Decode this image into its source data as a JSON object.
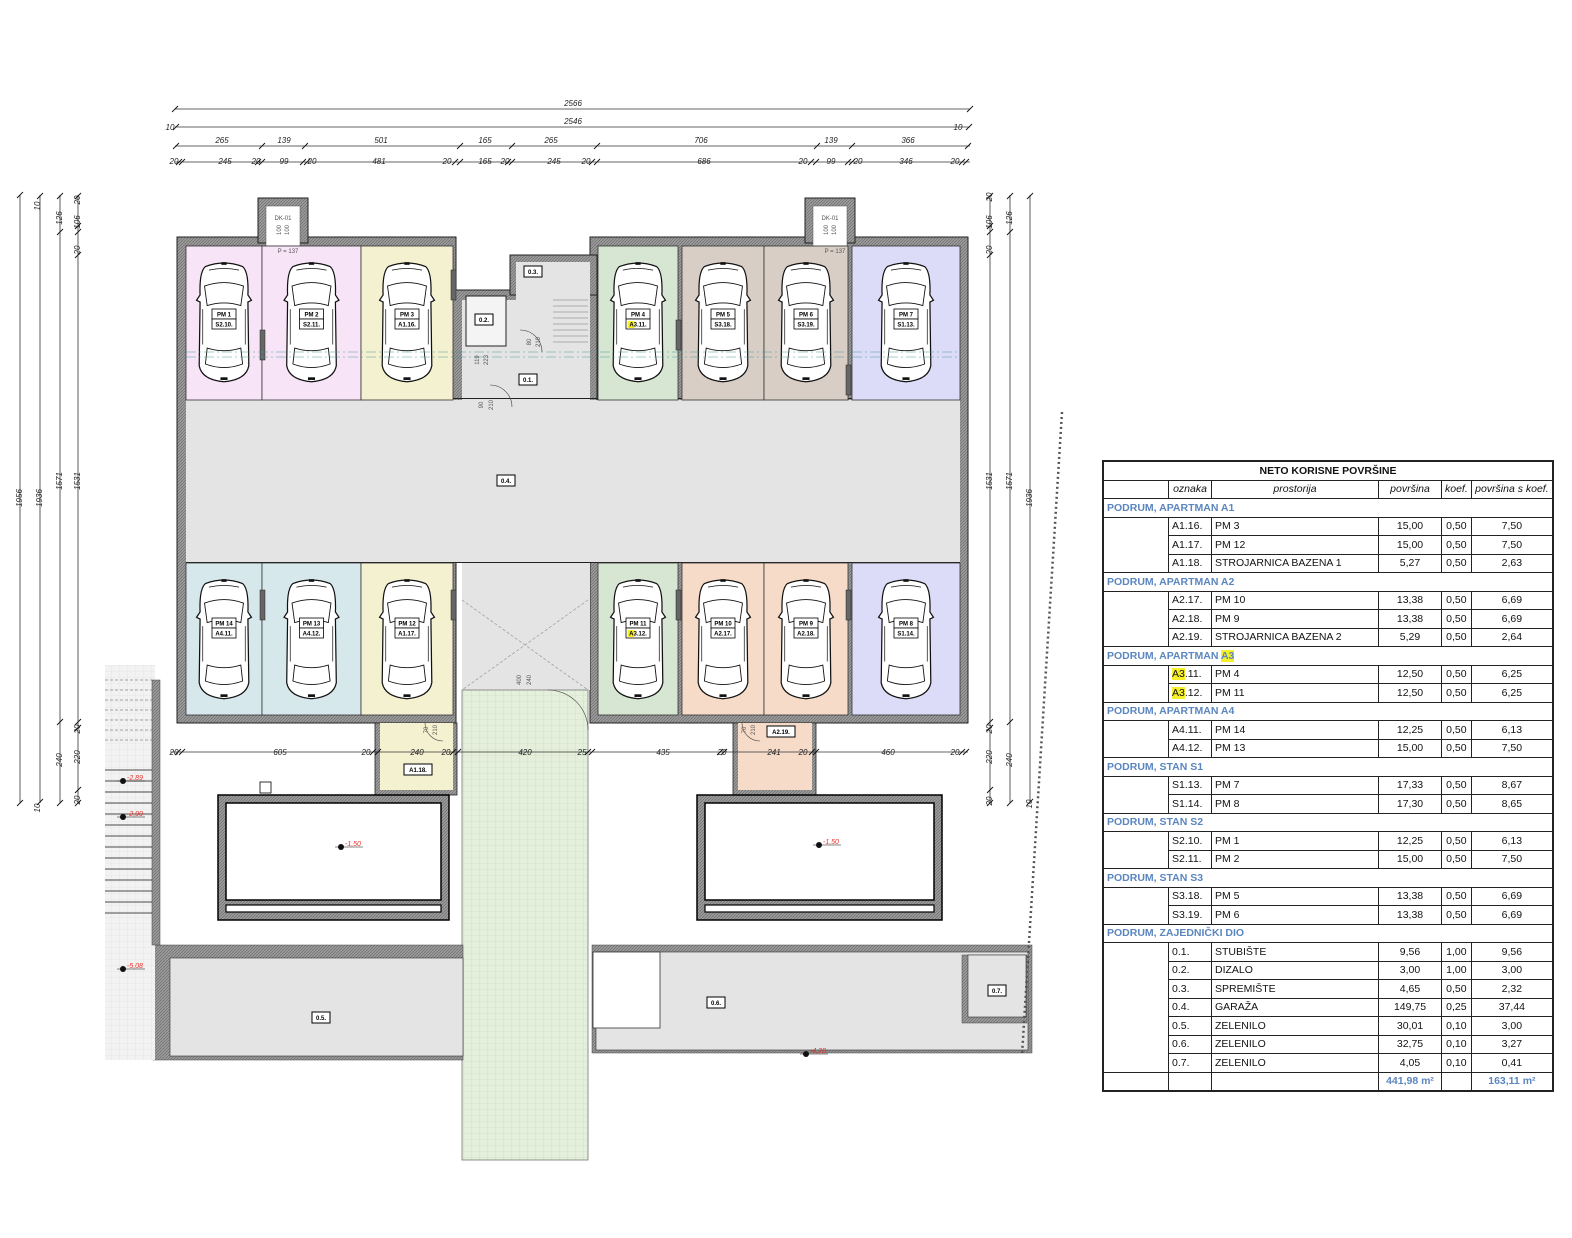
{
  "dimensions": {
    "top": {
      "overall": "2566",
      "inner": "2546",
      "inner_sides": [
        "10",
        "10"
      ],
      "row3": [
        "265",
        "139",
        "501",
        "165",
        "265",
        "706",
        "139",
        "366"
      ],
      "row4": [
        "20",
        "245",
        "20",
        "99",
        "20",
        "481",
        "20",
        "165",
        "20",
        "245",
        "20",
        "686",
        "20",
        "99",
        "20",
        "346",
        "20"
      ]
    },
    "left": {
      "overall": "1956",
      "inner": "1936",
      "inner_sides": [
        "10",
        "10"
      ],
      "row3": [
        "126",
        "1571",
        "240"
      ],
      "row4": [
        "20",
        "106",
        "20",
        "1531",
        "20",
        "220",
        "20"
      ]
    },
    "right": {
      "row1": [
        "20",
        "106",
        "20",
        "1531",
        "20",
        "220",
        "20"
      ],
      "row2": [
        "126",
        "1571",
        "240"
      ],
      "row3": [
        "1936",
        "10"
      ]
    },
    "bottom": [
      "20",
      "605",
      "20",
      "240",
      "20",
      "420",
      "25",
      "435",
      "20",
      "241",
      "20",
      "460",
      "20"
    ]
  },
  "shafts": [
    {
      "label": "DK-01",
      "w": "100",
      "h": "100",
      "p": "P = 137"
    },
    {
      "label": "DK-01",
      "w": "100",
      "h": "100",
      "p": "P = 137"
    }
  ],
  "colors": {
    "pink": "#f7e4f6",
    "yellow": "#f4f1d0",
    "green": "#d6e6d2",
    "brown": "#d9cec6",
    "lavender": "#dcdcf8",
    "blue": "#d6e8ec",
    "peach": "#f6dcc8",
    "gray": "#e4e4e4",
    "lawn": "#e4f0dc",
    "wall": "#8c8c8c",
    "group_text": "#5b86bf",
    "highlight": "#f6ef2a",
    "elevation": "#e8302a"
  },
  "parking": [
    {
      "name": "PM 1",
      "code": "S2.10.",
      "color": "pink"
    },
    {
      "name": "PM 2",
      "code": "S2.11.",
      "color": "pink"
    },
    {
      "name": "PM 3",
      "code": "A1.16.",
      "color": "yellow"
    },
    {
      "name": "PM 4",
      "code": "A3.11.",
      "color": "green",
      "highlight": "A3"
    },
    {
      "name": "PM 5",
      "code": "S3.18.",
      "color": "brown"
    },
    {
      "name": "PM 6",
      "code": "S3.19.",
      "color": "brown"
    },
    {
      "name": "PM 7",
      "code": "S1.13.",
      "color": "lavender"
    },
    {
      "name": "PM 14",
      "code": "A4.11.",
      "color": "blue"
    },
    {
      "name": "PM 13",
      "code": "A4.12.",
      "color": "blue"
    },
    {
      "name": "PM 12",
      "code": "A1.17.",
      "color": "yellow"
    },
    {
      "name": "PM 11",
      "code": "A3.12.",
      "color": "green",
      "highlight": "A3"
    },
    {
      "name": "PM 10",
      "code": "A2.17.",
      "color": "peach"
    },
    {
      "name": "PM 9",
      "code": "A2.18.",
      "color": "peach"
    },
    {
      "name": "PM 8",
      "code": "S1.14.",
      "color": "lavender"
    }
  ],
  "room_tags": [
    "0.1.",
    "0.2.",
    "0.3.",
    "0.4.",
    "0.5.",
    "0.6.",
    "0.7.",
    "A1.18.",
    "A2.19."
  ],
  "door_dims": [
    "90",
    "210",
    "119",
    "223",
    "80",
    "210",
    "70",
    "210",
    "70",
    "210",
    "400",
    "240"
  ],
  "elevations": [
    "-2,89",
    "-2,90",
    "-5,08",
    "-1,50",
    "-1,50",
    "-4,28"
  ],
  "table": {
    "title": "NETO KORISNE POVRŠINE",
    "headers": [
      "oznaka",
      "prostorija",
      "površina",
      "koef.",
      "površina s koef."
    ],
    "groups": [
      {
        "title": "PODRUM,  APARTMAN A1",
        "rows": [
          [
            "A1.16.",
            "PM 3",
            "15,00",
            "0,50",
            "7,50"
          ],
          [
            "A1.17.",
            "PM 12",
            "15,00",
            "0,50",
            "7,50"
          ],
          [
            "A1.18.",
            "STROJARNICA BAZENA 1",
            "5,27",
            "0,50",
            "2,63"
          ]
        ]
      },
      {
        "title": "PODRUM,  APARTMAN A2",
        "rows": [
          [
            "A2.17.",
            "PM 10",
            "13,38",
            "0,50",
            "6,69"
          ],
          [
            "A2.18.",
            "PM 9",
            "13,38",
            "0,50",
            "6,69"
          ],
          [
            "A2.19.",
            "STROJARNICA BAZENA 2",
            "5,29",
            "0,50",
            "2,64"
          ]
        ]
      },
      {
        "title": "PODRUM,  APARTMAN A3",
        "highlight": "A3",
        "rows": [
          [
            "A3.11.",
            "PM 4",
            "12,50",
            "0,50",
            "6,25"
          ],
          [
            "A3.12.",
            "PM 11",
            "12,50",
            "0,50",
            "6,25"
          ]
        ]
      },
      {
        "title": "PODRUM,  APARTMAN A4",
        "rows": [
          [
            "A4.11.",
            "PM 14",
            "12,25",
            "0,50",
            "6,13"
          ],
          [
            "A4.12.",
            "PM 13",
            "15,00",
            "0,50",
            "7,50"
          ]
        ]
      },
      {
        "title": "PODRUM,  STAN S1",
        "rows": [
          [
            "S1.13.",
            "PM 7",
            "17,33",
            "0,50",
            "8,67"
          ],
          [
            "S1.14.",
            "PM 8",
            "17,30",
            "0,50",
            "8,65"
          ]
        ]
      },
      {
        "title": "PODRUM,  STAN S2",
        "rows": [
          [
            "S2.10.",
            "PM 1",
            "12,25",
            "0,50",
            "6,13"
          ],
          [
            "S2.11.",
            "PM 2",
            "15,00",
            "0,50",
            "7,50"
          ]
        ]
      },
      {
        "title": "PODRUM,  STAN S3",
        "rows": [
          [
            "S3.18.",
            "PM 5",
            "13,38",
            "0,50",
            "6,69"
          ],
          [
            "S3.19.",
            "PM 6",
            "13,38",
            "0,50",
            "6,69"
          ]
        ]
      },
      {
        "title": "PODRUM,  ZAJEDNIČKI DIO",
        "rows": [
          [
            "0.1.",
            "STUBIŠTE",
            "9,56",
            "1,00",
            "9,56"
          ],
          [
            "0.2.",
            "DIZALO",
            "3,00",
            "1,00",
            "3,00"
          ],
          [
            "0.3.",
            "SPREMIŠTE",
            "4,65",
            "0,50",
            "2,32"
          ],
          [
            "0.4.",
            "GARAŽA",
            "149,75",
            "0,25",
            "37,44"
          ],
          [
            "0.5.",
            "ZELENILO",
            "30,01",
            "0,10",
            "3,00"
          ],
          [
            "0.6.",
            "ZELENILO",
            "32,75",
            "0,10",
            "3,27"
          ],
          [
            "0.7.",
            "ZELENILO",
            "4,05",
            "0,10",
            "0,41"
          ]
        ]
      }
    ],
    "total_area": "441,98 m²",
    "total_weighted": "163,11 m²"
  }
}
